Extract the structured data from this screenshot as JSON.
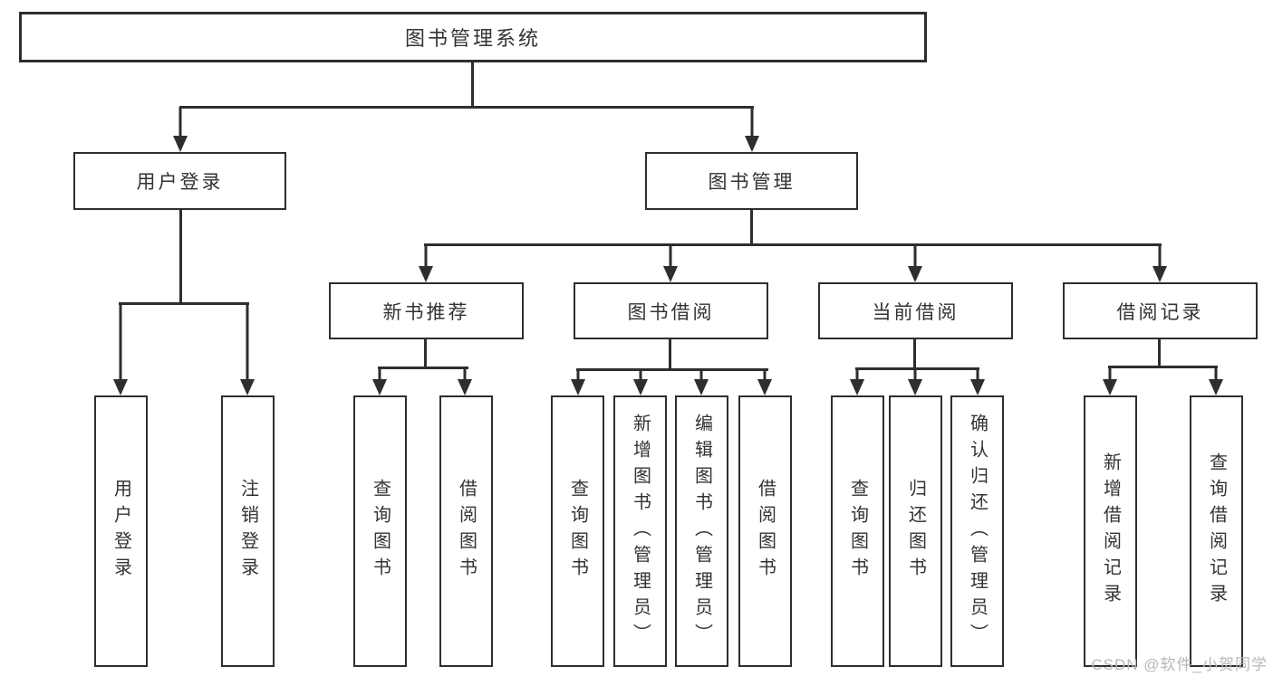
{
  "diagram": {
    "colors": {
      "line": "#2e2e2e",
      "box_border": "#2e2e2e",
      "text": "#333333",
      "watermark_text": "#b7b7b7",
      "background": "#ffffff"
    },
    "watermark": "CSDN @软件_小贺同学",
    "tree": {
      "root": "图书管理系统",
      "branches": [
        {
          "label": "用户登录",
          "leaves": [
            "用户登录",
            "注销登录"
          ]
        },
        {
          "label": "图书管理",
          "children": [
            {
              "label": "新书推荐",
              "leaves": [
                "查询图书",
                "借阅图书"
              ]
            },
            {
              "label": "图书借阅",
              "leaves": [
                "查询图书",
                "新增图书（管理员）",
                "编辑图书（管理员）",
                "借阅图书"
              ]
            },
            {
              "label": "当前借阅",
              "leaves": [
                "查询图书",
                "归还图书",
                "确认归还（管理员）"
              ]
            },
            {
              "label": "借阅记录",
              "leaves": [
                "新增借阅记录",
                "查询借阅记录"
              ]
            }
          ]
        }
      ]
    }
  }
}
